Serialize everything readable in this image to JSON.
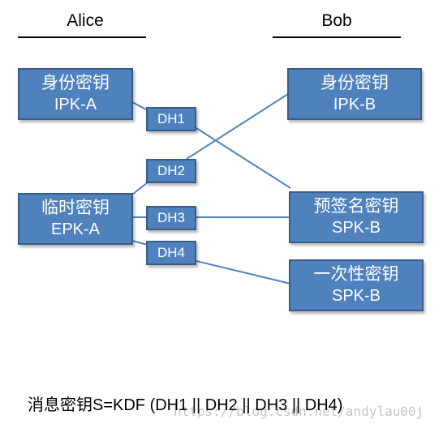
{
  "headers": {
    "alice": "Alice",
    "bob": "Bob"
  },
  "alice_keys": {
    "identity": {
      "name": "身份密钥",
      "code": "IPK-A"
    },
    "ephemeral": {
      "name": "临时密钥",
      "code": "EPK-A"
    }
  },
  "bob_keys": {
    "identity": {
      "name": "身份密钥",
      "code": "IPK-B"
    },
    "signed_prekey": {
      "name": "预签名密钥",
      "code": "SPK-B"
    },
    "one_time_prekey": {
      "name": "一次性密钥",
      "code": "SPK-B"
    }
  },
  "dh_labels": [
    "DH1",
    "DH2",
    "DH3",
    "DH4"
  ],
  "formula": {
    "prefix": "消息密钥",
    "expression": "S=KDF (DH1 || DH2 || DH3 || DH4)"
  },
  "watermark": "https://blog.csdn.net/andylau00j",
  "colors": {
    "box_fill": "#4f81bd",
    "box_border": "#385d8a",
    "connector": "#4f81bd",
    "text_on_box": "#ffffff"
  }
}
